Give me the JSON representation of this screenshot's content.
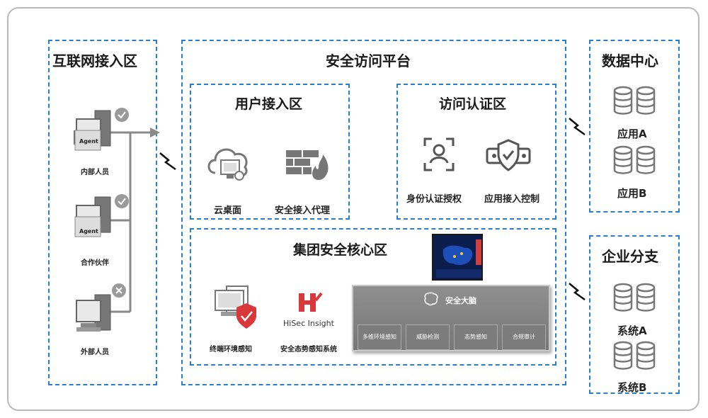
{
  "zones": {
    "internet": {
      "title": "互联网接入区"
    },
    "platform": {
      "title": "安全访问平台"
    },
    "user_access": {
      "title": "用户接入区"
    },
    "auth": {
      "title": "访问认证区"
    },
    "core": {
      "title": "集团安全核心区"
    },
    "datacenter": {
      "title": "数据中心"
    },
    "branch": {
      "title": "企业分支"
    }
  },
  "users": [
    {
      "badge": "Agent",
      "label": "内部人员",
      "status": "check"
    },
    {
      "badge": "Agent",
      "label": "合作伙伴",
      "status": "check"
    },
    {
      "badge": "",
      "label": "外部人员",
      "status": "cross"
    }
  ],
  "user_access_items": [
    {
      "label": "云桌面",
      "icon": "cloud-desktop-icon"
    },
    {
      "label": "安全接入代理",
      "icon": "firewall-icon"
    }
  ],
  "auth_items": [
    {
      "label": "身份认证授权",
      "icon": "face-id-icon"
    },
    {
      "label": "应用接入控制",
      "icon": "shield-icon"
    }
  ],
  "core_items": [
    {
      "label": "终端环境感知",
      "icon": "terminal-shield-icon"
    },
    {
      "label": "安全态势感知系统",
      "icon": "hisec-logo"
    }
  ],
  "hisec": {
    "logo_text": "HiSec Insight"
  },
  "brain": {
    "title": "安全大脑",
    "cells": [
      "多维环境感知",
      "威胁检测",
      "态势感知",
      "合规审计"
    ]
  },
  "datacenter_items": [
    "应用A",
    "应用B"
  ],
  "branch_items": [
    "系统A",
    "系统B"
  ],
  "colors": {
    "dashed_border": "#2b7fc8",
    "outer_border": "#b9b9b9",
    "icon_gray": "#777777",
    "alert_red": "#d9383a"
  }
}
